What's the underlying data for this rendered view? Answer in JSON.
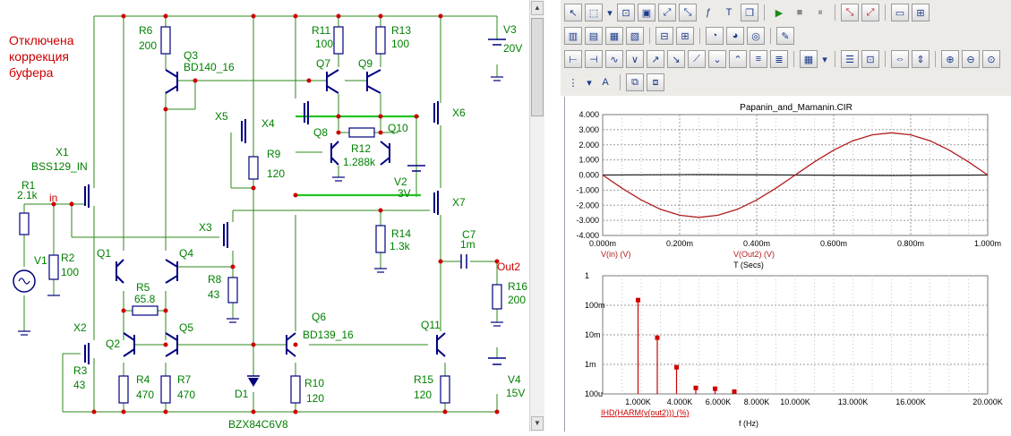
{
  "schematic": {
    "note": [
      "Отключена",
      "коррекция",
      "буфера"
    ],
    "components": {
      "r6": {
        "name": "R6",
        "value": "200"
      },
      "q3": {
        "name": "Q3",
        "model": "BD140_16"
      },
      "r11": {
        "name": "R11",
        "value": "100"
      },
      "r13": {
        "name": "R13",
        "value": "100"
      },
      "q7": {
        "name": "Q7"
      },
      "q9": {
        "name": "Q9"
      },
      "v3": {
        "name": "V3",
        "value": "20V"
      },
      "x5": {
        "name": "X5"
      },
      "x4": {
        "name": "X4"
      },
      "x6": {
        "name": "X6"
      },
      "q8": {
        "name": "Q8"
      },
      "q10": {
        "name": "Q10"
      },
      "r12": {
        "name": "R12",
        "value": "1.288k"
      },
      "r9": {
        "name": "R9",
        "value": "120"
      },
      "v2": {
        "name": "V2",
        "value": "3V"
      },
      "x1": {
        "name": "X1",
        "model": "BSS129_IN"
      },
      "r1": {
        "name": "R1",
        "value": "2.1k"
      },
      "in": "in",
      "x7": {
        "name": "X7"
      },
      "x3": {
        "name": "X3"
      },
      "r14": {
        "name": "R14",
        "value": "1.3k"
      },
      "c7": {
        "name": "C7",
        "value": "1m"
      },
      "out2": "Out2",
      "v1": {
        "name": "V1"
      },
      "r2": {
        "name": "R2",
        "value": "100"
      },
      "q1": {
        "name": "Q1"
      },
      "q4": {
        "name": "Q4"
      },
      "r5": {
        "name": "R5",
        "value": "65.8"
      },
      "r8": {
        "name": "R8",
        "value": "43"
      },
      "r16": {
        "name": "R16",
        "value": "200"
      },
      "x2": {
        "name": "X2"
      },
      "q2": {
        "name": "Q2"
      },
      "q5": {
        "name": "Q5"
      },
      "q6": {
        "name": "Q6",
        "model": "BD139_16"
      },
      "q11": {
        "name": "Q11"
      },
      "r3": {
        "name": "R3",
        "value": "43"
      },
      "r4": {
        "name": "R4",
        "value": "470"
      },
      "r7": {
        "name": "R7",
        "value": "470"
      },
      "r10": {
        "name": "R10",
        "value": "120"
      },
      "r15": {
        "name": "R15",
        "value": "120"
      },
      "v4": {
        "name": "V4",
        "value": "15V"
      },
      "d1": {
        "name": "D1",
        "model": "BZX84C6V8"
      }
    }
  },
  "toolbar": {
    "icons": [
      [
        "pointer-icon",
        "select-icon",
        "dropdown-icon",
        "zoom-area-icon",
        "zoom-window-icon",
        "zoom-fit-icon",
        "zoom-in-scale-icon",
        "function-icon",
        "text-tool-icon",
        "copy-window-icon",
        "run-icon",
        "stop-icon",
        "pause-icon",
        "cursor-left-icon",
        "cursor-right-icon",
        "window-icon",
        "grid-icon"
      ],
      [
        "plot-group-icon",
        "scope-icon",
        "align-left-icon",
        "align-right-icon",
        "minus-icon",
        "plus-icon",
        "peak-icon",
        "valley-icon",
        "zoom-graph-icon",
        "delete-icon"
      ],
      [
        "trace-icon",
        "next-trace-icon",
        "sine-icon",
        "valley-trace-icon",
        "rise-icon",
        "fall-icon",
        "slope-icon",
        "bottom-icon",
        "top-icon",
        "high-icon",
        "low-icon",
        "table-icon",
        "dropdown-icon",
        "list-icon",
        "data-point-icon",
        "fit-horizontal-icon",
        "fit-vertical-icon",
        "zoom-in-icon",
        "zoom-out-icon",
        "zoom-reset-icon"
      ],
      [
        "grip-icon",
        "dropdown-icon",
        "font-icon",
        "tile-icon",
        "cascade-icon"
      ]
    ]
  },
  "graph": {
    "title": "Papanin_and_Mamanin.CIR",
    "transient": {
      "y_ticks": [
        "4.000",
        "3.000",
        "2.000",
        "1.000",
        "0.000",
        "-1.000",
        "-2.000",
        "-3.000",
        "-4.000"
      ],
      "x_ticks": [
        "0.000m",
        "0.200m",
        "0.400m",
        "0.600m",
        "0.800m",
        "1.000m"
      ],
      "legend": [
        "V(in) (V)",
        "V(Out2) (V)"
      ],
      "x_label": "T (Secs)"
    },
    "harmonics": {
      "y_ticks": [
        "1",
        "100m",
        "10m",
        "1m",
        "100u"
      ],
      "x_ticks": [
        "1.000K",
        "4.000K",
        "6.000K",
        "8.000K",
        "10.000K",
        "13.000K",
        "16.000K",
        "20.000K"
      ],
      "legend": "IHD(HARM(v(out2))) (%)",
      "x_label": "f (Hz)"
    }
  },
  "chart_data": [
    {
      "type": "line",
      "x_label": "T (Secs)",
      "xlim": [
        0,
        1.0
      ],
      "ylim": [
        -4,
        4
      ],
      "grid": true,
      "series": [
        {
          "name": "V(in) (V)",
          "x": [
            0,
            0.25,
            0.5,
            0.75,
            1.0
          ],
          "y": [
            0,
            0.03,
            0,
            -0.03,
            0
          ],
          "color": "#202020"
        },
        {
          "name": "V(Out2) (V)",
          "x": [
            0,
            0.05,
            0.1,
            0.15,
            0.2,
            0.25,
            0.3,
            0.35,
            0.4,
            0.45,
            0.5,
            0.55,
            0.6,
            0.65,
            0.7,
            0.75,
            0.8,
            0.85,
            0.9,
            0.95,
            1.0
          ],
          "y": [
            0,
            -0.87,
            -1.65,
            -2.27,
            -2.66,
            -2.8,
            -2.66,
            -2.27,
            -1.65,
            -0.87,
            0,
            0.87,
            1.65,
            2.27,
            2.66,
            2.8,
            2.66,
            2.27,
            1.65,
            0.87,
            0
          ],
          "color": "#b01c1c"
        }
      ]
    },
    {
      "type": "bar",
      "x_label": "f (Hz)",
      "y_scale": "log",
      "ylim": [
        0.0001,
        1
      ],
      "xlim": [
        0,
        20000
      ],
      "grid": true,
      "series": [
        {
          "name": "IHD(HARM(v(out2))) (%)",
          "x": [
            1000,
            2000,
            3000,
            4000,
            5000,
            6000
          ],
          "y": [
            0.15,
            0.008,
            0.0008,
            0.00016,
            0.00015,
            0.00012
          ],
          "color": "#cc0000"
        }
      ]
    }
  ]
}
